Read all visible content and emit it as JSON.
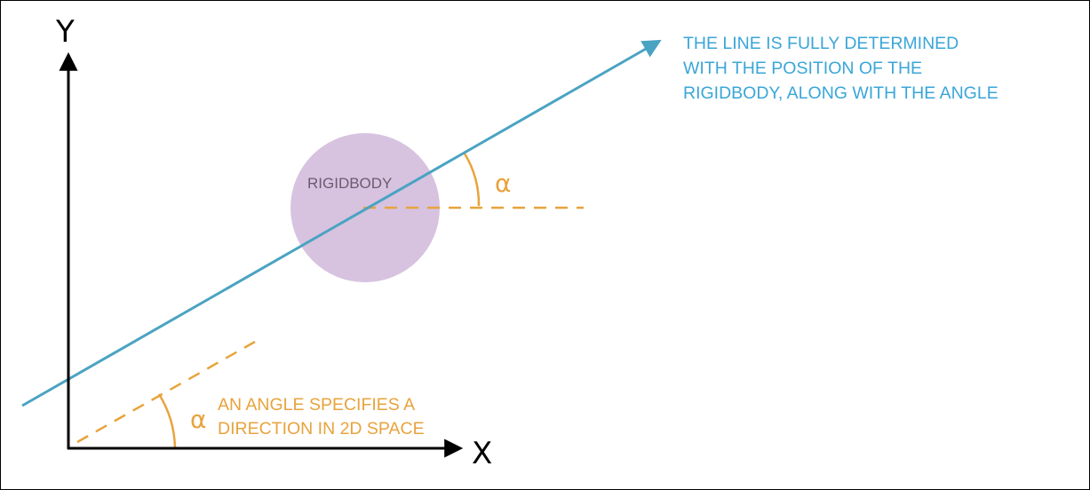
{
  "axes": {
    "y_label": "Y",
    "x_label": "X"
  },
  "rigidbody": {
    "label": "RIGIDBODY"
  },
  "angle_symbol": "α",
  "annotations": {
    "line_note": [
      "THE LINE IS FULLY DETERMINED",
      "WITH THE POSITION OF THE",
      "RIGIDBODY, ALONG WITH THE ANGLE"
    ],
    "angle_note": [
      "AN ANGLE SPECIFIES A",
      "DIRECTION IN 2D SPACE"
    ]
  },
  "colors": {
    "axis": "#000000",
    "line": "#4aa3c2",
    "line_text": "#3aa6d8",
    "angle": "#e8a33c",
    "rigidbody_fill": "#d7c3df",
    "rigidbody_text": "#6b5a6f"
  }
}
